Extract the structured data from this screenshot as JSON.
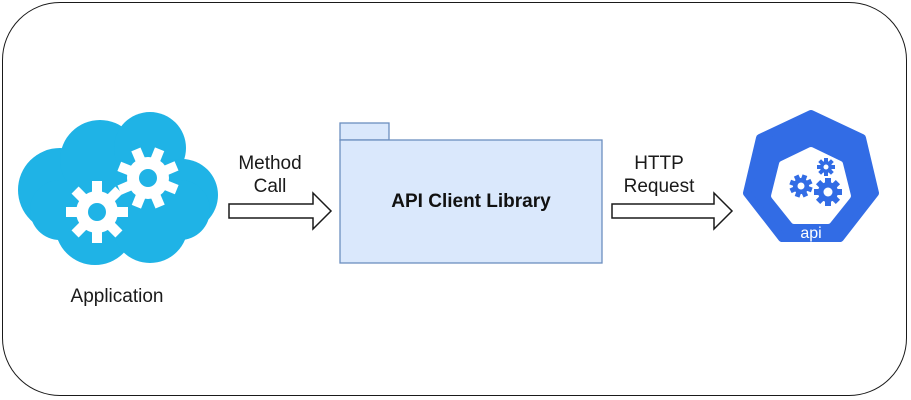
{
  "application": {
    "label": "Application"
  },
  "arrow_left": {
    "line1": "Method",
    "line2": "Call"
  },
  "library": {
    "label": "API Client Library"
  },
  "arrow_right": {
    "line1": "HTTP",
    "line2": "Request"
  },
  "api_badge": {
    "label": "api"
  },
  "colors": {
    "cloud": "#1fb3e6",
    "folder_fill": "#dae8fc",
    "folder_stroke": "#6c8ebf",
    "api_blue": "#326ce5",
    "outline": "#1a1a1a"
  },
  "icons": {
    "application": "cloud-gears-icon",
    "library": "folder-icon",
    "api": "kubernetes-api-icon"
  }
}
